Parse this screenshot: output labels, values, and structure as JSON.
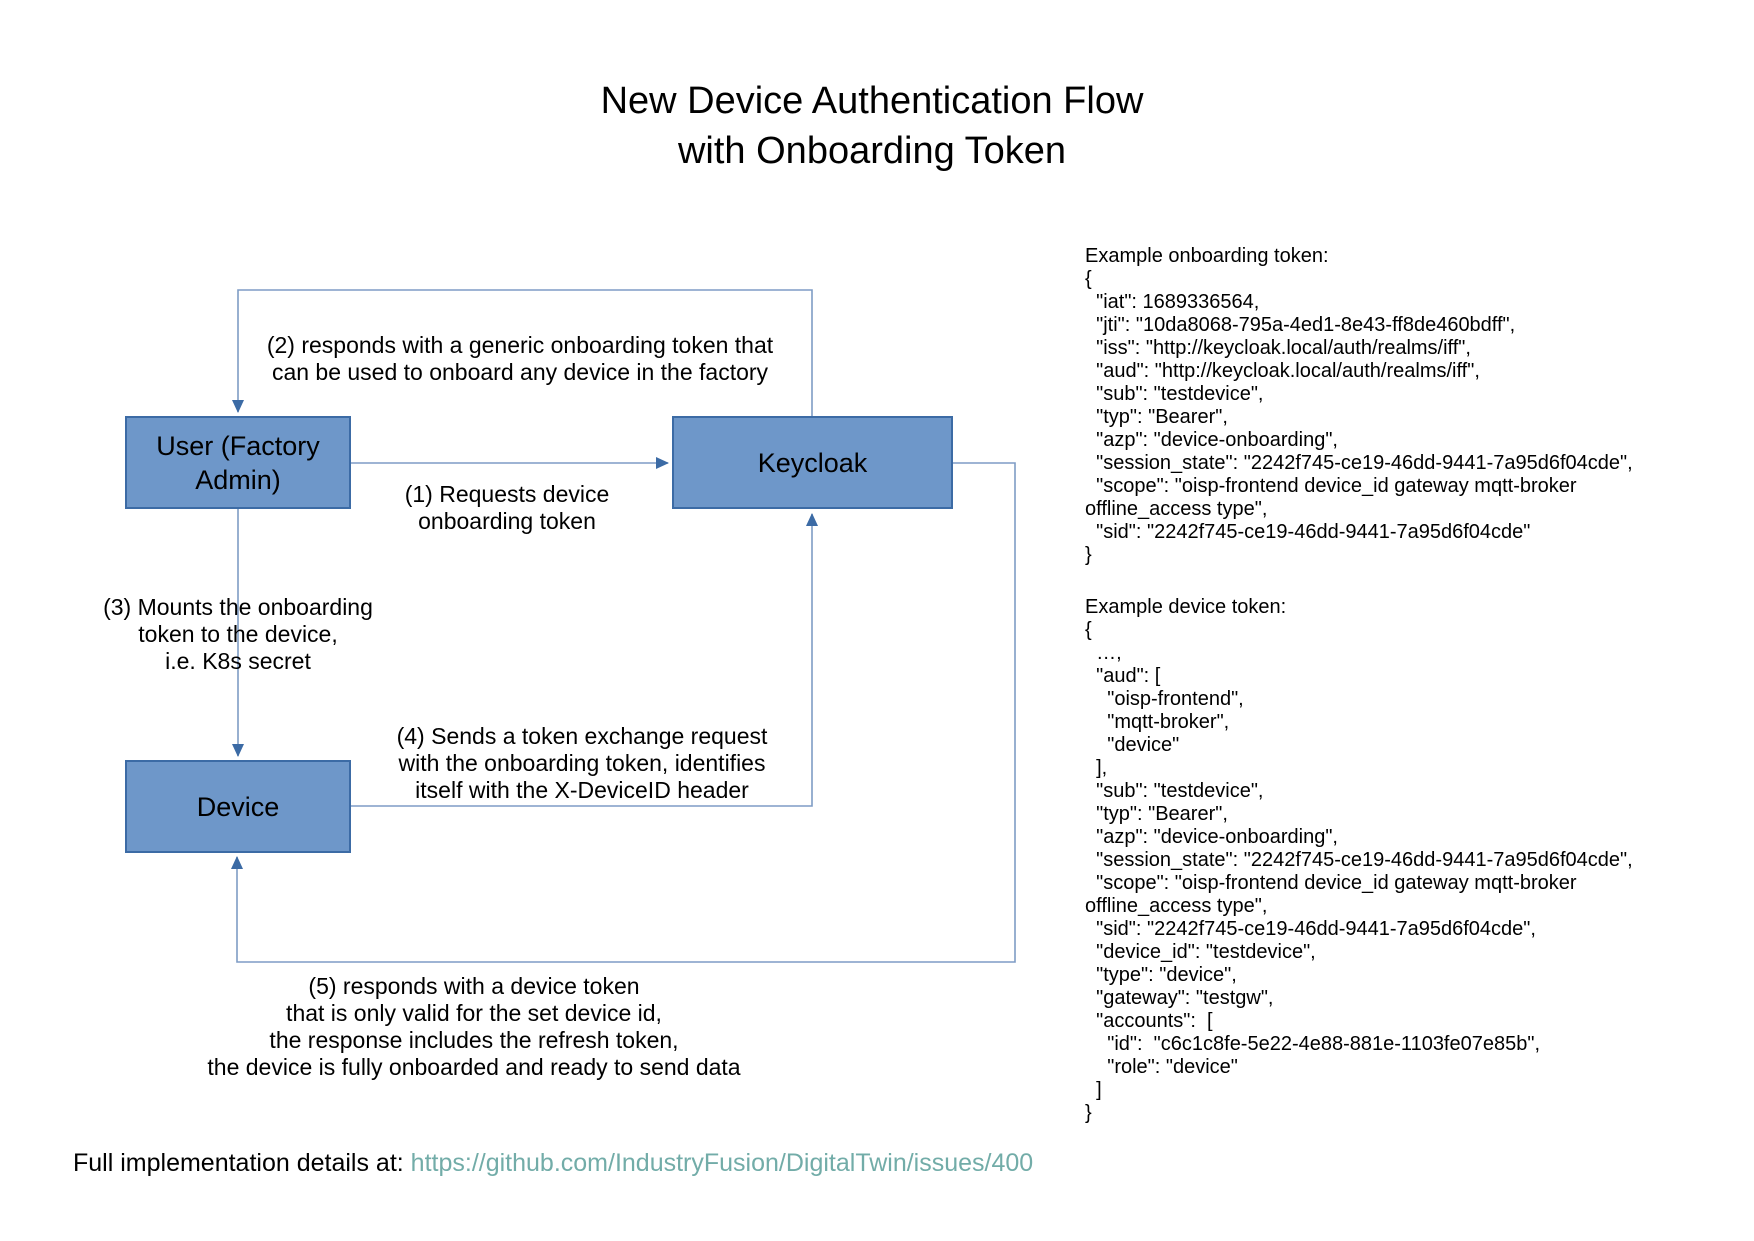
{
  "title": "New Device Authentication Flow\nwith Onboarding Token",
  "diagram": {
    "nodes": {
      "user": "User (Factory\nAdmin)",
      "keycloak": "Keycloak",
      "device": "Device"
    },
    "labels": {
      "step1": "(1) Requests device\nonboarding token",
      "step2": "(2) responds with a generic onboarding token that\ncan be used to onboard any device in the factory",
      "step3": "(3) Mounts the onboarding\ntoken to the device,\ni.e. K8s secret",
      "step4": "(4) Sends a token exchange request\nwith the onboarding token, identifies\nitself with the X-DeviceID header",
      "step5": "(5) responds with a device token\nthat is only valid for the set device id,\nthe response includes the refresh token,\nthe device is fully onboarded and ready to send data"
    }
  },
  "right_panel": {
    "onboarding_title": "Example onboarding token:",
    "onboarding_body": "{\n  \"iat\": 1689336564,\n  \"jti\": \"10da8068-795a-4ed1-8e43-ff8de460bdff\",\n  \"iss\": \"http://keycloak.local/auth/realms/iff\",\n  \"aud\": \"http://keycloak.local/auth/realms/iff\",\n  \"sub\": \"testdevice\",\n  \"typ\": \"Bearer\",\n  \"azp\": \"device-onboarding\",\n  \"session_state\": \"2242f745-ce19-46dd-9441-7a95d6f04cde\",\n  \"scope\": \"oisp-frontend device_id gateway mqtt-broker\noffline_access type\",\n  \"sid\": \"2242f745-ce19-46dd-9441-7a95d6f04cde\"\n}",
    "device_title": "Example device token:",
    "device_body": "{\n  …,\n  \"aud\": [\n    \"oisp-frontend\",\n    \"mqtt-broker\",\n    \"device\"\n  ],\n  \"sub\": \"testdevice\",\n  \"typ\": \"Bearer\",\n  \"azp\": \"device-onboarding\",\n  \"session_state\": \"2242f745-ce19-46dd-9441-7a95d6f04cde\",\n  \"scope\": \"oisp-frontend device_id gateway mqtt-broker\noffline_access type\",\n  \"sid\": \"2242f745-ce19-46dd-9441-7a95d6f04cde\",\n  \"device_id\": \"testdevice\",\n  \"type\": \"device\",\n  \"gateway\": \"testgw\",\n  \"accounts\":  [\n    \"id\":  \"c6c1c8fe-5e22-4e88-881e-1103fe07e85b\",\n    \"role\": \"device\"\n  ]\n}"
  },
  "footer": {
    "text": "Full implementation details at: ",
    "link": "https://github.com/IndustryFusion/DigitalTwin/issues/400"
  },
  "colors": {
    "box_fill": "#6e97c9",
    "box_border": "#3c6ba5",
    "connector_line": "#7e9cc5",
    "arrowhead": "#3c6ba5",
    "link": "#72aca8"
  }
}
